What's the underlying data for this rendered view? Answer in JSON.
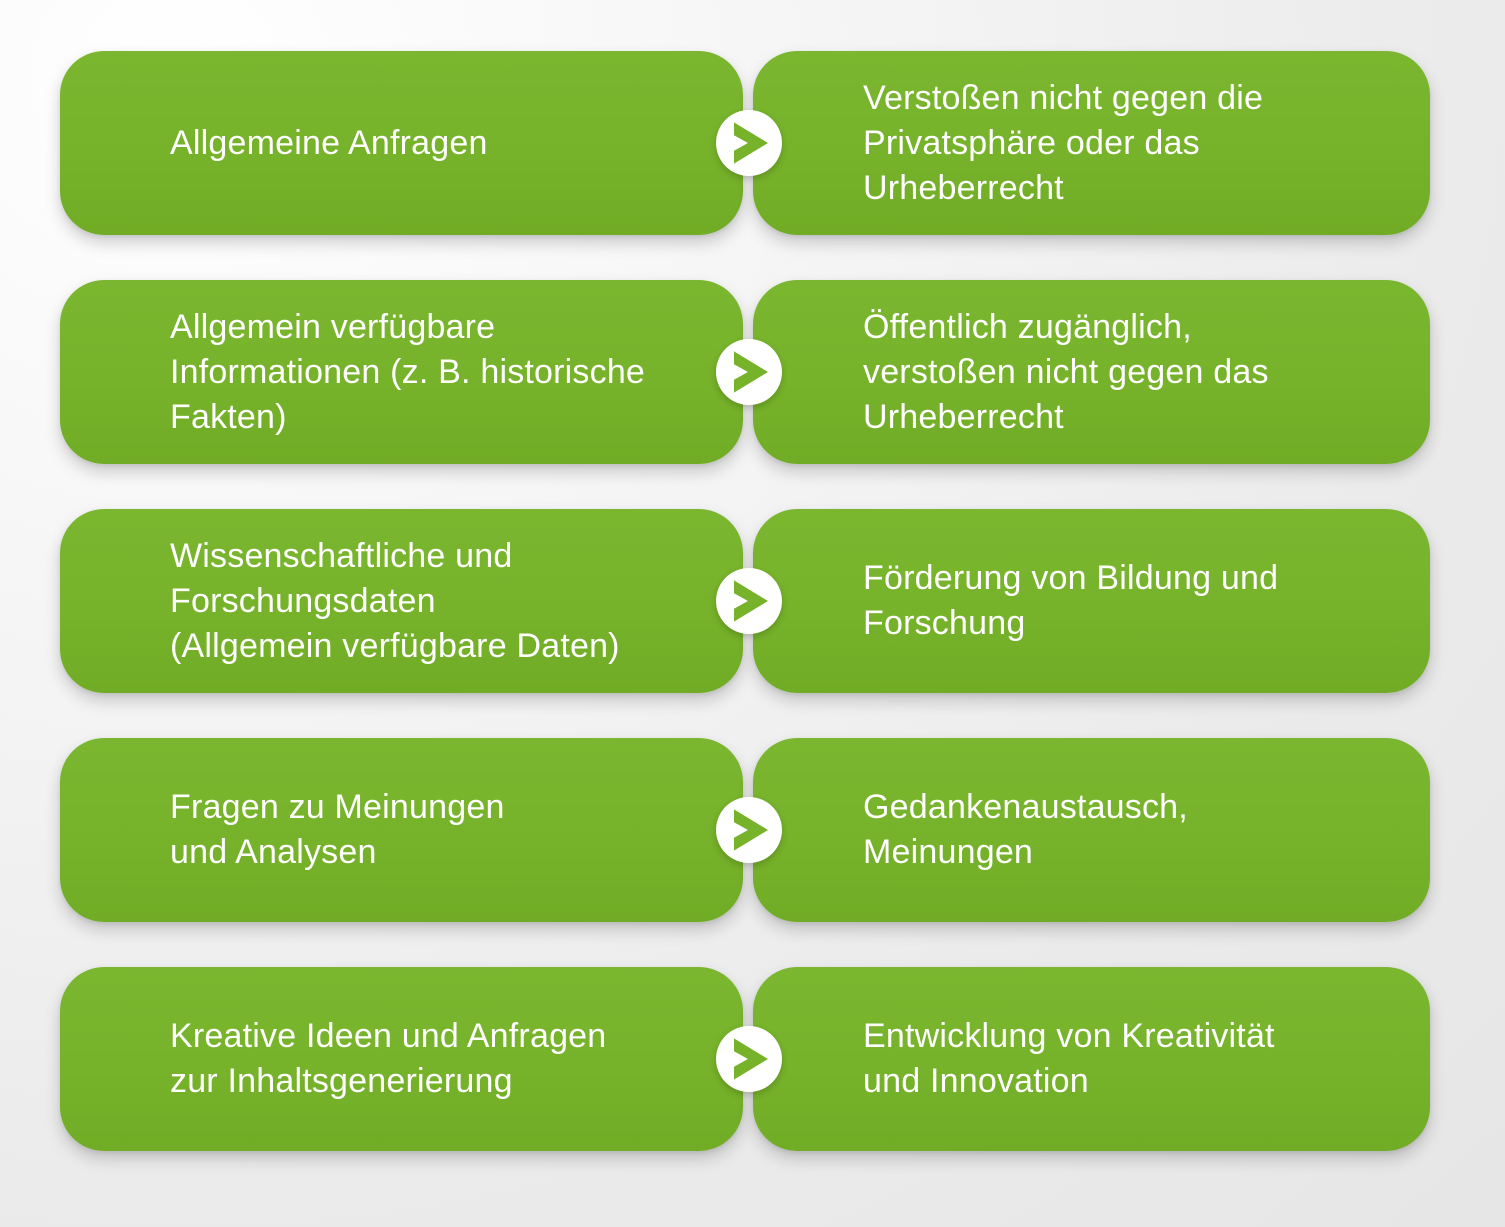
{
  "diagram": {
    "description": "Infographic mapping request categories (left) to their justification/outcome (right), German language",
    "rows": [
      {
        "left": "Allgemeine Anfragen",
        "right": "Verstoßen nicht gegen die\nPrivatsphäre oder das\nUrheberrecht"
      },
      {
        "left": "Allgemein verfügbare\nInformationen (z. B. historische\nFakten)",
        "right": "Öffentlich zugänglich,\nverstoßen nicht gegen das\nUrheberrecht"
      },
      {
        "left": "Wissenschaftliche und\nForschungsdaten\n(Allgemein verfügbare Daten)",
        "right": "Förderung von Bildung und\nForschung"
      },
      {
        "left": "Fragen zu Meinungen\nund Analysen",
        "right": "Gedankenaustausch,\nMeinungen"
      },
      {
        "left": "Kreative Ideen und Anfragen\nzur Inhaltsgenerierung",
        "right": "Entwicklung von Kreativität\nund Innovation"
      }
    ],
    "connector_icon": "chevron-right-icon"
  },
  "colors": {
    "box-green": "#76b22a",
    "chevron": "#76b22a",
    "text": "#ffffff",
    "circle-bg": "#ffffff",
    "bg-start": "#ffffff",
    "bg-end": "#e6e6e6"
  }
}
